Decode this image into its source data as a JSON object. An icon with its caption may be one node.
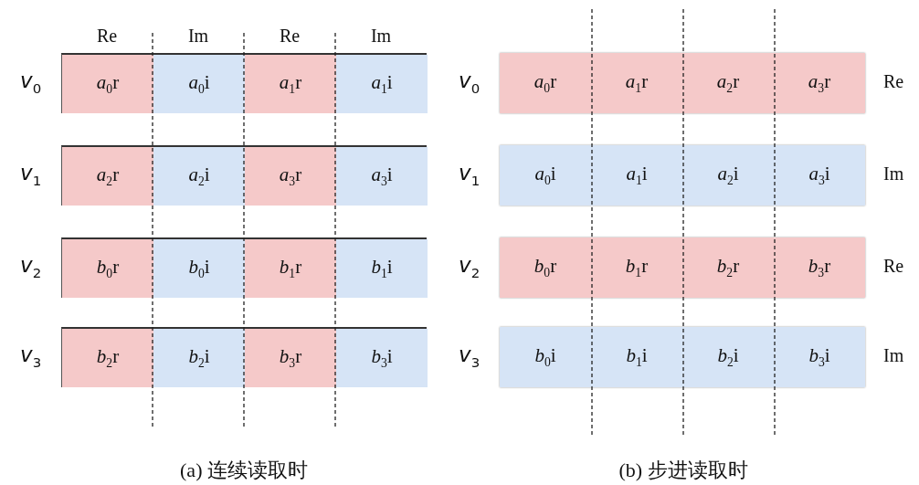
{
  "diagram": {
    "nodes": [
      {
        "text": [],
        "shape": "bar",
        "beside": [
          "*v*$_{0}$"
        ]
      },
      {
        "text": [
          "*a*$_{0}$r"
        ],
        "in": 0
      },
      {
        "text": [
          "*a*$_{0}$i"
        ],
        "in": 0
      },
      {
        "text": [
          "*a*$_{1}$r"
        ],
        "in": 0
      },
      {
        "text": [
          "*a*$_{1}$i"
        ],
        "in": 0
      },
      {
        "text": [],
        "shape": "bar",
        "beside": [
          "*v*$_{1}$"
        ]
      },
      {
        "text": [
          "*a*$_{2}$r"
        ],
        "in": 5
      },
      {
        "text": [
          "*a*$_{2}$i"
        ],
        "in": 5
      },
      {
        "text": [
          "*a*$_{3}$r"
        ],
        "in": 5
      },
      {
        "text": [
          "*a*$_{3}$i"
        ],
        "in": 5
      },
      {
        "text": [],
        "shape": "bar",
        "beside": [
          "*v*$_{2}$"
        ]
      },
      {
        "text": [
          "*b*$_{0}$r"
        ],
        "in": 10
      },
      {
        "text": [
          "*b*$_{0}$i"
        ],
        "in": 10
      },
      {
        "text": [
          "*b*$_{1}$r"
        ],
        "in": 10
      },
      {
        "text": [
          "*b*$_{1}$i"
        ],
        "in": 10
      },
      {
        "text": [],
        "shape": "bar",
        "beside": [
          "*v*$_{3}$"
        ]
      },
      {
        "text": [
          "*b*$_{2}$r"
        ],
        "in": 15
      },
      {
        "text": [
          "*b*$_{2}$i"
        ],
        "in": 15
      },
      {
        "text": [
          "*b*$_{3}$r"
        ],
        "in": 15
      },
      {
        "text": [
          "*b*$_{3}$i"
        ],
        "in": 15
      },
      {
        "text": [],
        "shape": "bar",
        "beside": [
          "*v*$_{0}$",
          "Re"
        ]
      },
      {
        "text": [
          "*a*$_{0}$r"
        ],
        "in": 20
      },
      {
        "text": [
          "*a*$_{1}$r"
        ],
        "in": 20
      },
      {
        "text": [
          "*a*$_{2}$r"
        ],
        "in": 20
      },
      {
        "text": [
          "*a*$_{3}$r"
        ],
        "in": 20
      },
      {
        "text": [],
        "shape": "bar",
        "beside": [
          "*v*$_{1}$",
          "Im"
        ]
      },
      {
        "text": [
          "*a*$_{0}$i"
        ],
        "in": 25
      },
      {
        "text": [
          "*a*$_{1}$i"
        ],
        "in": 25
      },
      {
        "text": [
          "*a*$_{2}$i"
        ],
        "in": 25
      },
      {
        "text": [
          "*a*$_{3}$i"
        ],
        "in": 25
      },
      {
        "text": [],
        "shape": "bar",
        "beside": [
          "*v*$_{2}$",
          "Re"
        ]
      },
      {
        "text": [
          "*b*$_{0}$r"
        ],
        "in": 30
      },
      {
        "text": [
          "*b*$_{1}$r"
        ],
        "in": 30
      },
      {
        "text": [
          "*b*$_{2}$r"
        ],
        "in": 30
      },
      {
        "text": [
          "*b*$_{3}$r"
        ],
        "in": 30
      },
      {
        "text": [],
        "shape": "bar",
        "beside": [
          "*v*$_{3}$",
          "Im"
        ]
      },
      {
        "text": [
          "*b*$_{0}$i"
        ],
        "in": 35
      },
      {
        "text": [
          "*b*$_{1}$i"
        ],
        "in": 35
      },
      {
        "text": [
          "*b*$_{2}$i"
        ],
        "in": 35
      },
      {
        "text": [
          "*b*$_{3}$i"
        ],
        "in": 35
      }
    ],
    "labels": [
      "Re",
      "Im",
      "Re",
      "Im",
      "(a) 连续读取时",
      "(b) 步进读取时"
    ]
  }
}
